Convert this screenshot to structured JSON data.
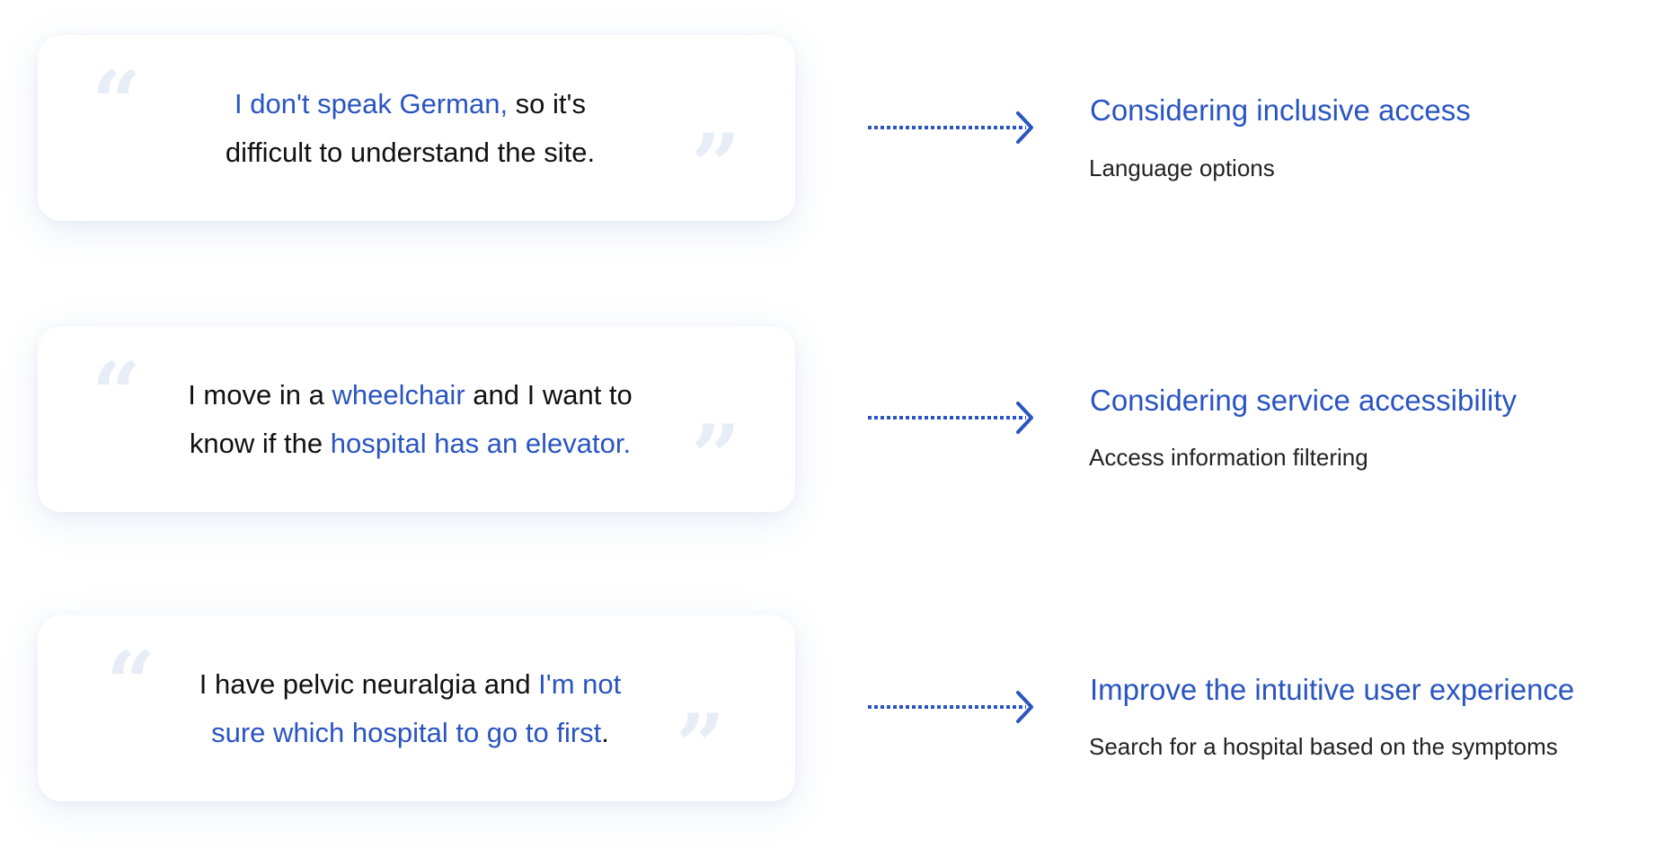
{
  "colors": {
    "accent": "#2a55c0",
    "text": "#111111",
    "quote_mark": "#e6edf6"
  },
  "rows": [
    {
      "quote": {
        "line1": [
          {
            "text": "I don't speak German,",
            "highlight": true
          },
          {
            "text": " so it's",
            "highlight": false
          }
        ],
        "line2": [
          {
            "text": "difficult to understand the site.",
            "highlight": false
          }
        ]
      },
      "arrow_icon": "dotted-arrow-right",
      "title": "Considering inclusive access",
      "subtitle": "Language options"
    },
    {
      "quote": {
        "line1": [
          {
            "text": "I move in a ",
            "highlight": false
          },
          {
            "text": "wheelchair",
            "highlight": true
          },
          {
            "text": " and I want to",
            "highlight": false
          }
        ],
        "line2": [
          {
            "text": "know if the ",
            "highlight": false
          },
          {
            "text": "hospital has an elevator.",
            "highlight": true
          }
        ]
      },
      "arrow_icon": "dotted-arrow-right",
      "title": "Considering service accessibility",
      "subtitle": "Access information filtering"
    },
    {
      "quote": {
        "line1": [
          {
            "text": "I have pelvic neuralgia and ",
            "highlight": false
          },
          {
            "text": "I'm not",
            "highlight": true
          }
        ],
        "line2": [
          {
            "text": "sure which hospital to go to first",
            "highlight": true
          },
          {
            "text": ".",
            "highlight": false
          }
        ]
      },
      "arrow_icon": "dotted-arrow-right",
      "title": "Improve the intuitive user experience",
      "subtitle": "Search for a hospital based on the symptoms"
    }
  ]
}
